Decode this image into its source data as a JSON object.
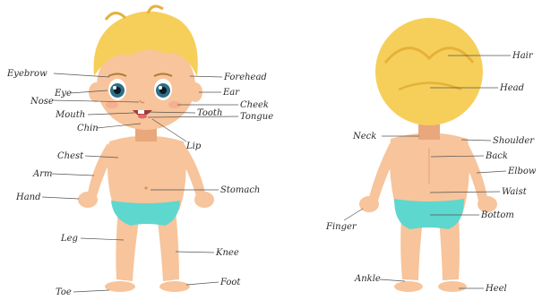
{
  "front_labels": {
    "eyebrow": "Eyebrow",
    "forehead": "Forehead",
    "eye": "Eye",
    "nose": "Nose",
    "ear": "Ear",
    "cheek": "Cheek",
    "mouth": "Mouth",
    "tooth": "Tooth",
    "tongue": "Tongue",
    "chin": "Chin",
    "lip": "Lip",
    "chest": "Chest",
    "arm": "Arm",
    "hand": "Hand",
    "stomach": "Stomach",
    "leg": "Leg",
    "knee": "Knee",
    "foot": "Foot",
    "toe": "Toe"
  },
  "back_labels": {
    "hair": "Hair",
    "head": "Head",
    "neck": "Neck",
    "shoulder": "Shoulder",
    "back": "Back",
    "elbow": "Elbow",
    "waist": "Waist",
    "finger": "Finger",
    "bottom": "Bottom",
    "ankle": "Ankle",
    "heel": "Heel"
  },
  "colors": {
    "skin": "#f7c49b",
    "skin_shade": "#e9a77c",
    "hair": "#f6cf5a",
    "hair_shade": "#e6b13a",
    "underwear": "#5ed7cf",
    "underwear_shade": "#3fbfb7",
    "eye_iris": "#2d6f86"
  }
}
